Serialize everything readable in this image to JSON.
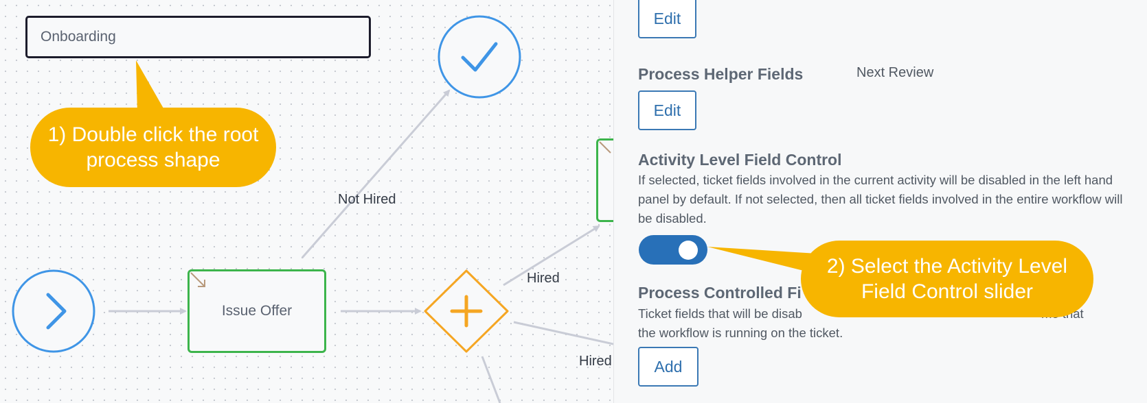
{
  "diagram": {
    "root_process_label": "Onboarding",
    "issue_offer_label": "Issue Offer",
    "edge_labels": {
      "not_hired": "Not Hired",
      "hired_upper": "Hired",
      "hired_lower": "Hired"
    }
  },
  "panel": {
    "top_edit_label": "Edit",
    "helper_fields": {
      "title": "Process Helper Fields",
      "value": "Next Review",
      "edit_label": "Edit"
    },
    "activity_level": {
      "title": "Activity Level Field Control",
      "description": "If selected, ticket fields involved in the current activity will be disabled in the left hand panel by default. If not selected, then all ticket fields involved in the entire workflow will be disabled.",
      "toggle_on": true
    },
    "controlled_fields": {
      "title": "Process Controlled Fi",
      "description_line1": "Ticket fields that will be disab",
      "description_line1_end": "me that",
      "description_line2": "the workflow is running on the ticket.",
      "add_label": "Add"
    }
  },
  "callouts": {
    "step1": "1) Double click the root process shape",
    "step2": "2) Select the Activity Level Field Control slider"
  },
  "colors": {
    "callout": "#f7b500",
    "task_border": "#3cb44b",
    "event_circle": "#3f95e6",
    "gateway": "#f5a623",
    "toggle": "#2870b8",
    "edit_button_border": "#3a78b4"
  }
}
